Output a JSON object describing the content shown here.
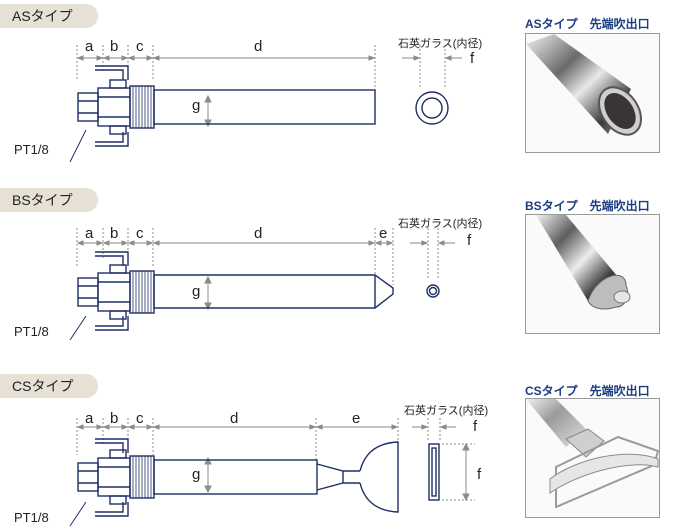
{
  "sections": [
    {
      "type_label": "ASタイプ",
      "photo_title": "ASタイプ　先端吹出口",
      "glass_label": "石英ガラス(内径)",
      "dims": {
        "a": "a",
        "b": "b",
        "c": "c",
        "d": "d",
        "f": "f",
        "g": "g"
      },
      "thread_label": "PT1/8"
    },
    {
      "type_label": "BSタイプ",
      "photo_title": "BSタイプ　先端吹出口",
      "glass_label": "石英ガラス(内径)",
      "dims": {
        "a": "a",
        "b": "b",
        "c": "c",
        "d": "d",
        "e": "e",
        "f": "f",
        "g": "g"
      },
      "thread_label": "PT1/8"
    },
    {
      "type_label": "CSタイプ",
      "photo_title": "CSタイプ　先端吹出口",
      "glass_label": "石英ガラス(内径)",
      "dims": {
        "a": "a",
        "b": "b",
        "c": "c",
        "d": "d",
        "e": "e",
        "f": "f",
        "f2": "f",
        "g": "g"
      },
      "thread_label": "PT1/8"
    }
  ],
  "colors": {
    "outline": "#1f2f66",
    "dim_line": "#8a8a8a",
    "tab_bg": "#e6e1d4",
    "photo_title": "#1c3d80"
  }
}
